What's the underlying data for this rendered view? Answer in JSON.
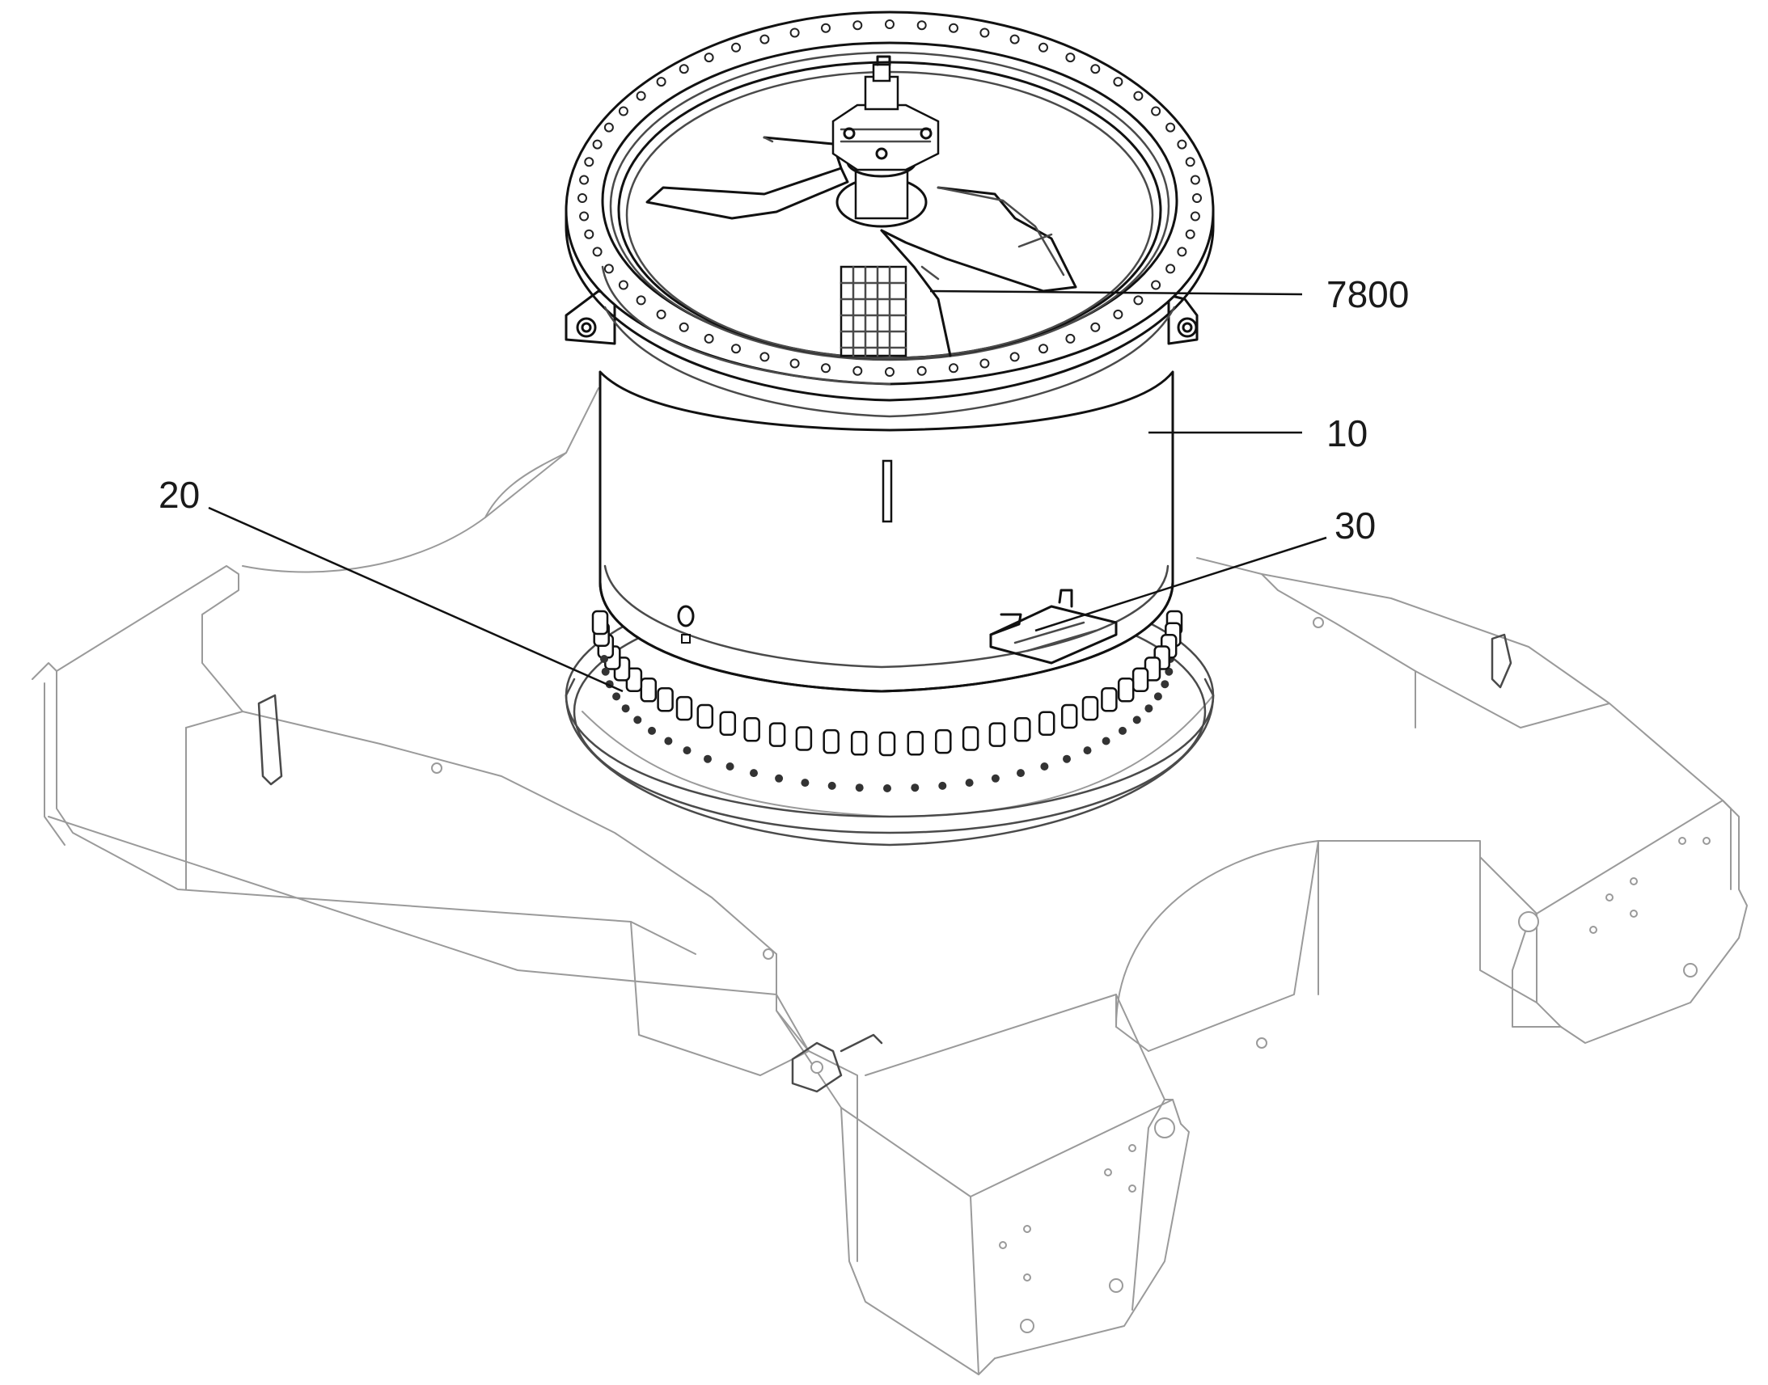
{
  "figure": {
    "labels": [
      {
        "id": "7800",
        "text": "7800"
      },
      {
        "id": "10",
        "text": "10"
      },
      {
        "id": "20",
        "text": "20"
      },
      {
        "id": "30",
        "text": "30"
      }
    ]
  }
}
